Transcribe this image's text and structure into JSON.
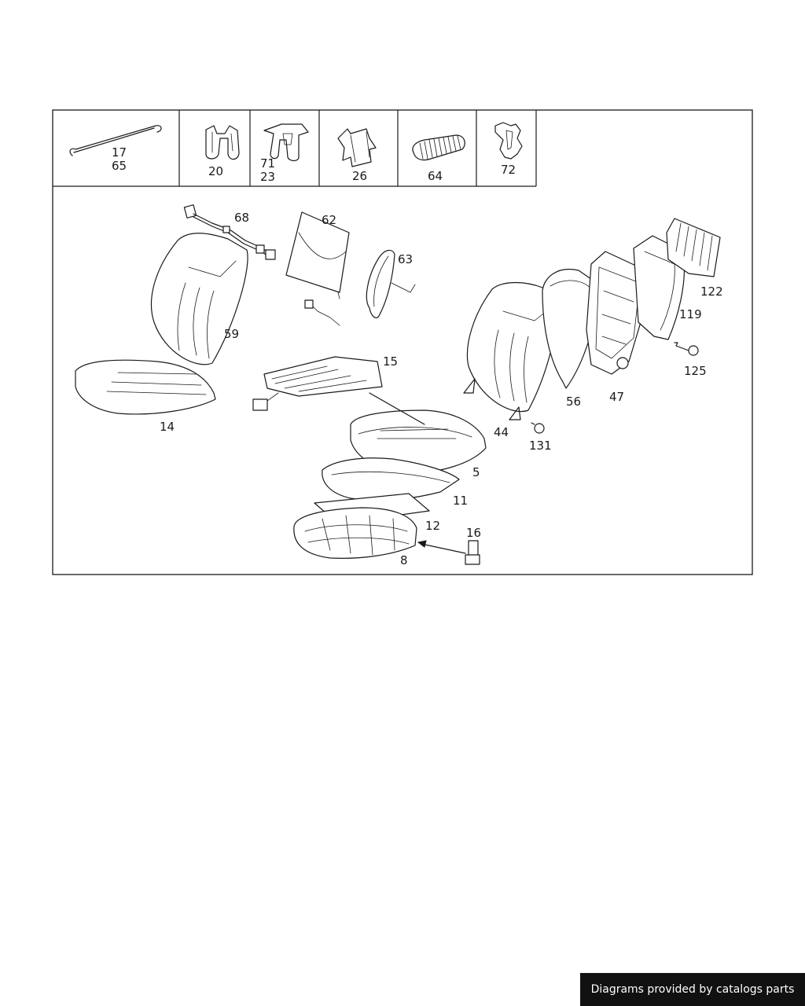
{
  "parts": {
    "p17": "17",
    "p65": "65",
    "p20": "20",
    "p71": "71",
    "p23": "23",
    "p26": "26",
    "p64": "64",
    "p72": "72",
    "p68": "68",
    "p62": "62",
    "p63": "63",
    "p59": "59",
    "p14": "14",
    "p15": "15",
    "p122": "122",
    "p119": "119",
    "p125": "125",
    "p47": "47",
    "p56": "56",
    "p44": "44",
    "p131": "131",
    "p5": "5",
    "p11": "11",
    "p12": "12",
    "p16": "16",
    "p8": "8"
  },
  "footer": {
    "credit": "Diagrams provided by catalogs parts"
  }
}
